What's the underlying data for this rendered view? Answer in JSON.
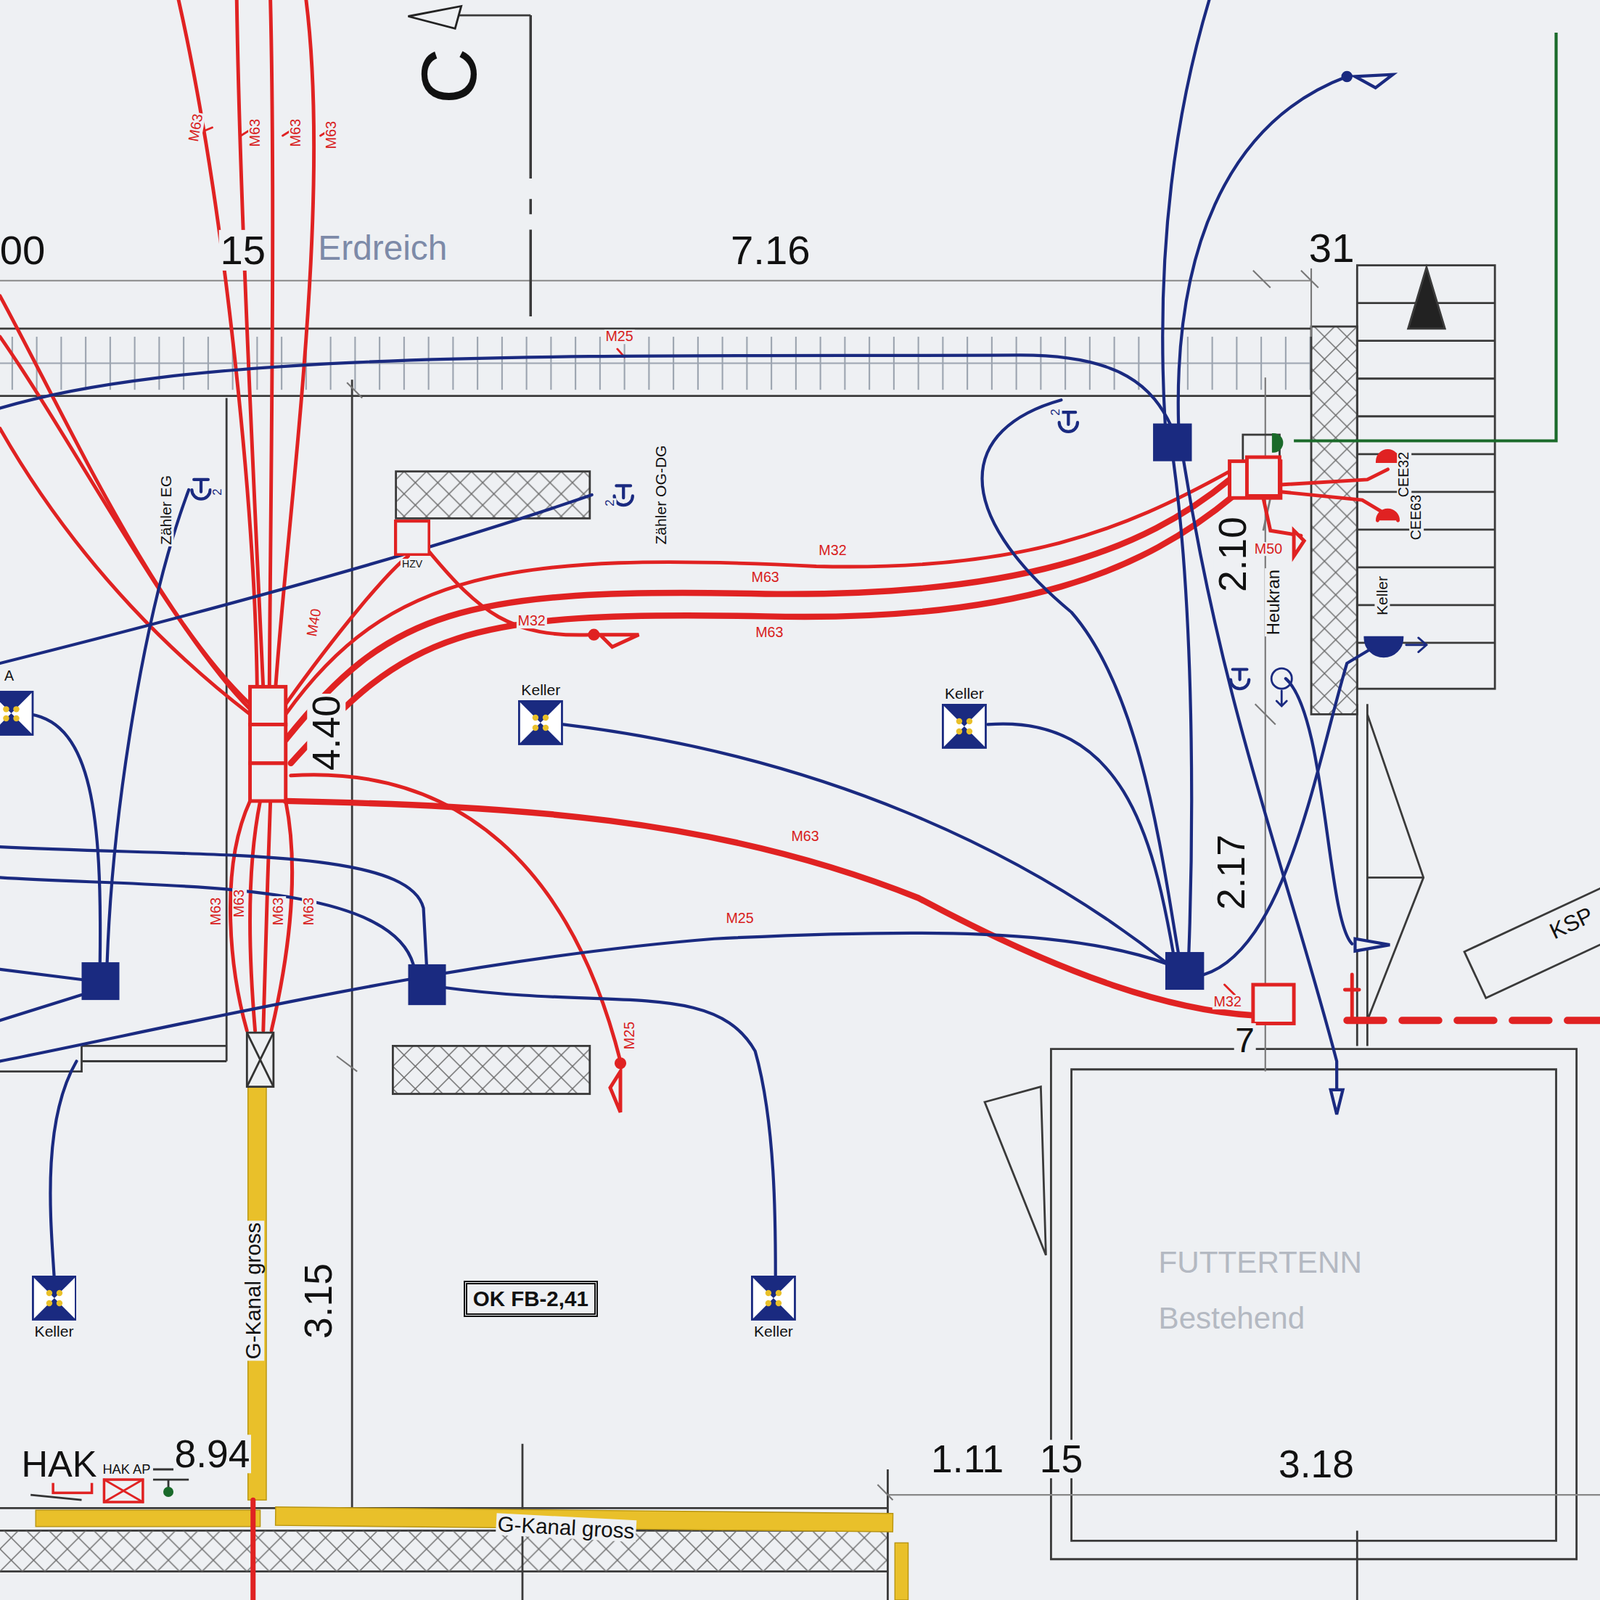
{
  "diagram": {
    "nodes": [
      {
        "text": [
          "Keller"
        ]
      },
      {
        "text": [
          "Keller"
        ]
      },
      {
        "text": [
          "Keller"
        ]
      },
      {
        "text": [
          "Keller"
        ]
      },
      {
        "text": [
          "OK FB-2,41"
        ]
      },
      {
        "text": [
          "HZV"
        ]
      }
    ],
    "labels": [
      "00",
      "15",
      "Erdreich",
      "7.16",
      "31",
      "C",
      "M63",
      "M63",
      "M63",
      "M63",
      "M25",
      "Zähler EG",
      "2",
      "Zähler OG-DG",
      "2",
      "M32",
      "M63",
      "M63",
      "M40",
      "M32",
      "2.10",
      "M50",
      "Heukran",
      "CEE32",
      "CEE63",
      "Keller",
      "2",
      "A",
      "4.40",
      "M63",
      "M63",
      "M63",
      "M63",
      "M63",
      "M25",
      "M25",
      "2.17",
      "M32",
      "7",
      "KSP",
      "G-Kanal gross",
      "3.15",
      "HAK",
      "HAK AP",
      "8.94",
      "G-Kanal gross",
      "1.11",
      "15",
      "3.18",
      "Bestehend",
      "FUTTERTENN"
    ]
  }
}
